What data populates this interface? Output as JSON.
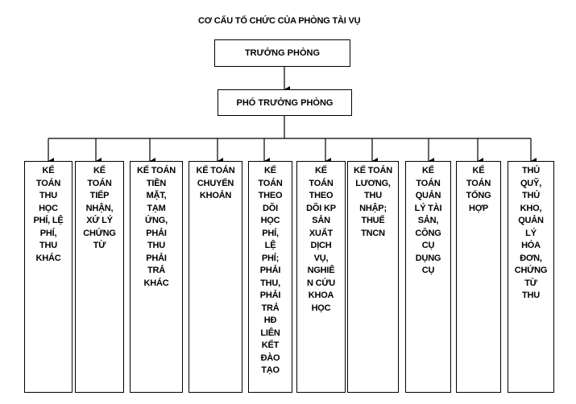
{
  "title": "CƠ CẤU TỔ CHỨC CỦA PHÒNG TÀI VỤ",
  "head": "TRƯỞNG PHÒNG",
  "deputy": "PHÓ TRƯỞNG PHÒNG",
  "departments": [
    "KẾ\nTOÁN\nTHU\nHỌC\nPHÍ, LỆ\nPHÍ,\nTHU\nKHÁC",
    "KẾ\nTOÁN\nTIẾP\nNHẬN,\nXỬ LÝ\nCHỨNG\nTỪ",
    "KẾ TOÁN\nTIỀN\nMẶT,\nTẠM\nỨNG,\nPHẢI\nTHU\nPHẢI\nTRẢ\nKHÁC",
    "KẾ TOÁN\nCHUYỂN\nKHOẢN",
    "KẾ\nTOÁN\nTHEO\nDÕI\nHỌC\nPHÍ,\nLỆ\nPHÍ;\nPHẢI\nTHU,\nPHẢI\nTRẢ\nHĐ\nLIÊN\nKẾT\nĐÀO\nTẠO",
    "KẾ\nTOÁN\nTHEO\nDÕI KP\nSẢN\nXUẤT\nDỊCH\nVỤ,\nNGHIÊ\nN CỨU\nKHOA\nHỌC",
    "KẾ TOÁN\nLƯƠNG,\nTHU\nNHẬP;\nTHUẾ\nTNCN",
    "KẾ\nTOÁN\nQUẢN\nLÝ TÀI\nSẢN,\nCÔNG\nCỤ\nDỤNG\nCỤ",
    "KẾ\nTOÁN\nTỔNG\nHỢP",
    "THỦ\nQUỸ,\nTHỦ\nKHO,\nQUẢN\nLÝ\nHÓA\nĐƠN,\nCHỨNG\nTỪ\nTHU"
  ]
}
